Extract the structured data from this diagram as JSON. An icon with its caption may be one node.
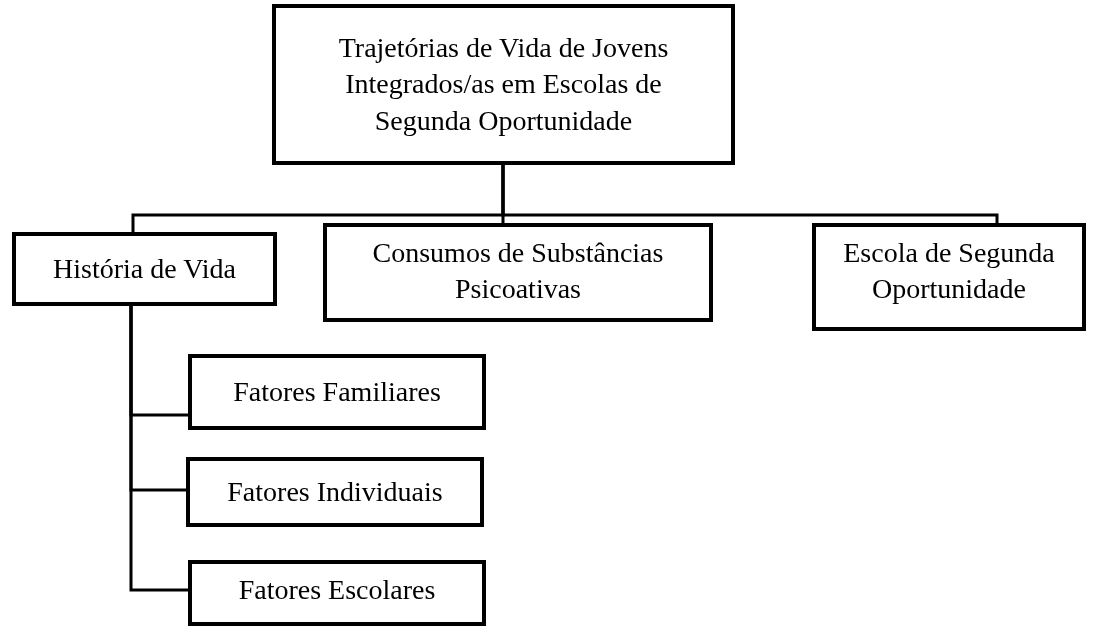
{
  "diagram": {
    "nodes": [
      {
        "text": [
          "Trajetórias de Vida de Jovens Integrados/as em Escolas de Segunda Oportunidade"
        ]
      },
      {
        "text": [
          "História de Vida"
        ]
      },
      {
        "text": [
          "Consumos de Substâncias Psicoativas"
        ]
      },
      {
        "text": [
          "Escola de Segunda Oportunidade"
        ]
      },
      {
        "text": [
          "Fatores Familiares"
        ]
      },
      {
        "text": [
          "Fatores Individuais"
        ]
      },
      {
        "text": [
          "Fatores Escolares"
        ]
      }
    ],
    "edges": [
      {
        "from": 0,
        "to": 1,
        "arrow": "none"
      },
      {
        "from": 0,
        "to": 2,
        "arrow": "none"
      },
      {
        "from": 0,
        "to": 3,
        "arrow": "none"
      },
      {
        "from": 1,
        "to": 4,
        "arrow": "none"
      },
      {
        "from": 1,
        "to": 5,
        "arrow": "none"
      },
      {
        "from": 1,
        "to": 6,
        "arrow": "none"
      }
    ]
  }
}
